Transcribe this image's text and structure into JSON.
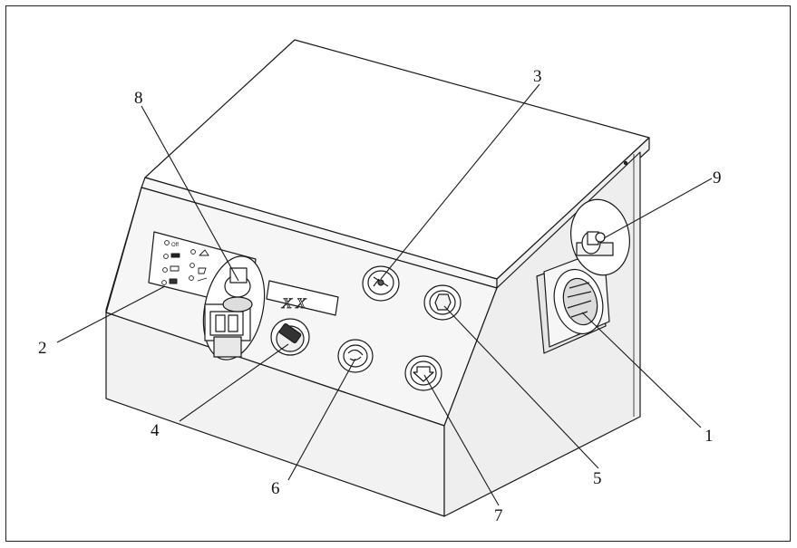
{
  "diagram": {
    "callouts": [
      {
        "id": "1",
        "label": "1"
      },
      {
        "id": "2",
        "label": "2"
      },
      {
        "id": "3",
        "label": "3"
      },
      {
        "id": "4",
        "label": "4"
      },
      {
        "id": "5",
        "label": "5"
      },
      {
        "id": "6",
        "label": "6"
      },
      {
        "id": "7",
        "label": "7"
      },
      {
        "id": "8",
        "label": "8"
      },
      {
        "id": "9",
        "label": "9"
      }
    ],
    "panel_indicator_text": {
      "row1": "Off",
      "nameplate": "X X"
    },
    "colors": {
      "line": "#1a1a1a",
      "fill_top": "#ffffff",
      "fill_front": "#f4f4f4",
      "fill_side": "#ededed",
      "fill_base": "#f0f0f0"
    }
  }
}
